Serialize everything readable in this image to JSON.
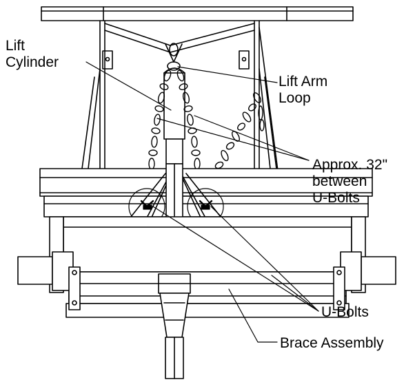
{
  "labels": {
    "lift_cylinder": [
      "Lift",
      "Cylinder"
    ],
    "lift_arm_loop": [
      "Lift Arm",
      "Loop"
    ],
    "approx": [
      "Approx. 32\"",
      "between",
      "U-Bolts"
    ],
    "u_bolts": "U-Bolts",
    "brace_assembly": "Brace Assembly"
  }
}
